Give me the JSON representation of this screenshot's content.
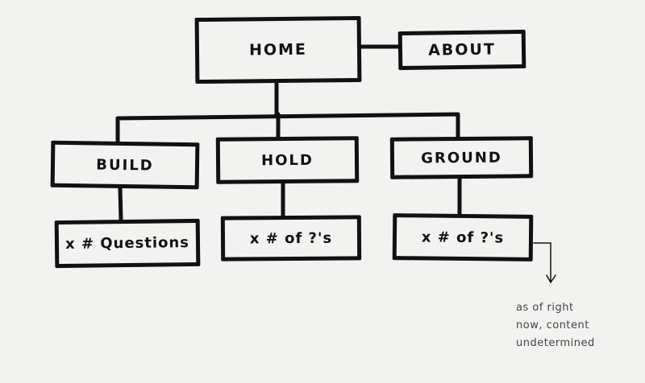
{
  "diagram": {
    "nodes": {
      "home": "HOME",
      "about": "ABOUT",
      "build": "BUILD",
      "hold": "HOLD",
      "ground": "GROUND",
      "build_questions": "x # Questions",
      "hold_questions": "x # of ?'s",
      "ground_questions": "x # of ?'s"
    },
    "note": {
      "lines": [
        "as of right",
        "now, content",
        "undetermined"
      ]
    },
    "edges": [
      [
        "home",
        "about"
      ],
      [
        "home",
        "build"
      ],
      [
        "home",
        "hold"
      ],
      [
        "home",
        "ground"
      ],
      [
        "build",
        "build_questions"
      ],
      [
        "hold",
        "hold_questions"
      ],
      [
        "ground",
        "ground_questions"
      ],
      [
        "ground_questions",
        "note"
      ]
    ]
  }
}
